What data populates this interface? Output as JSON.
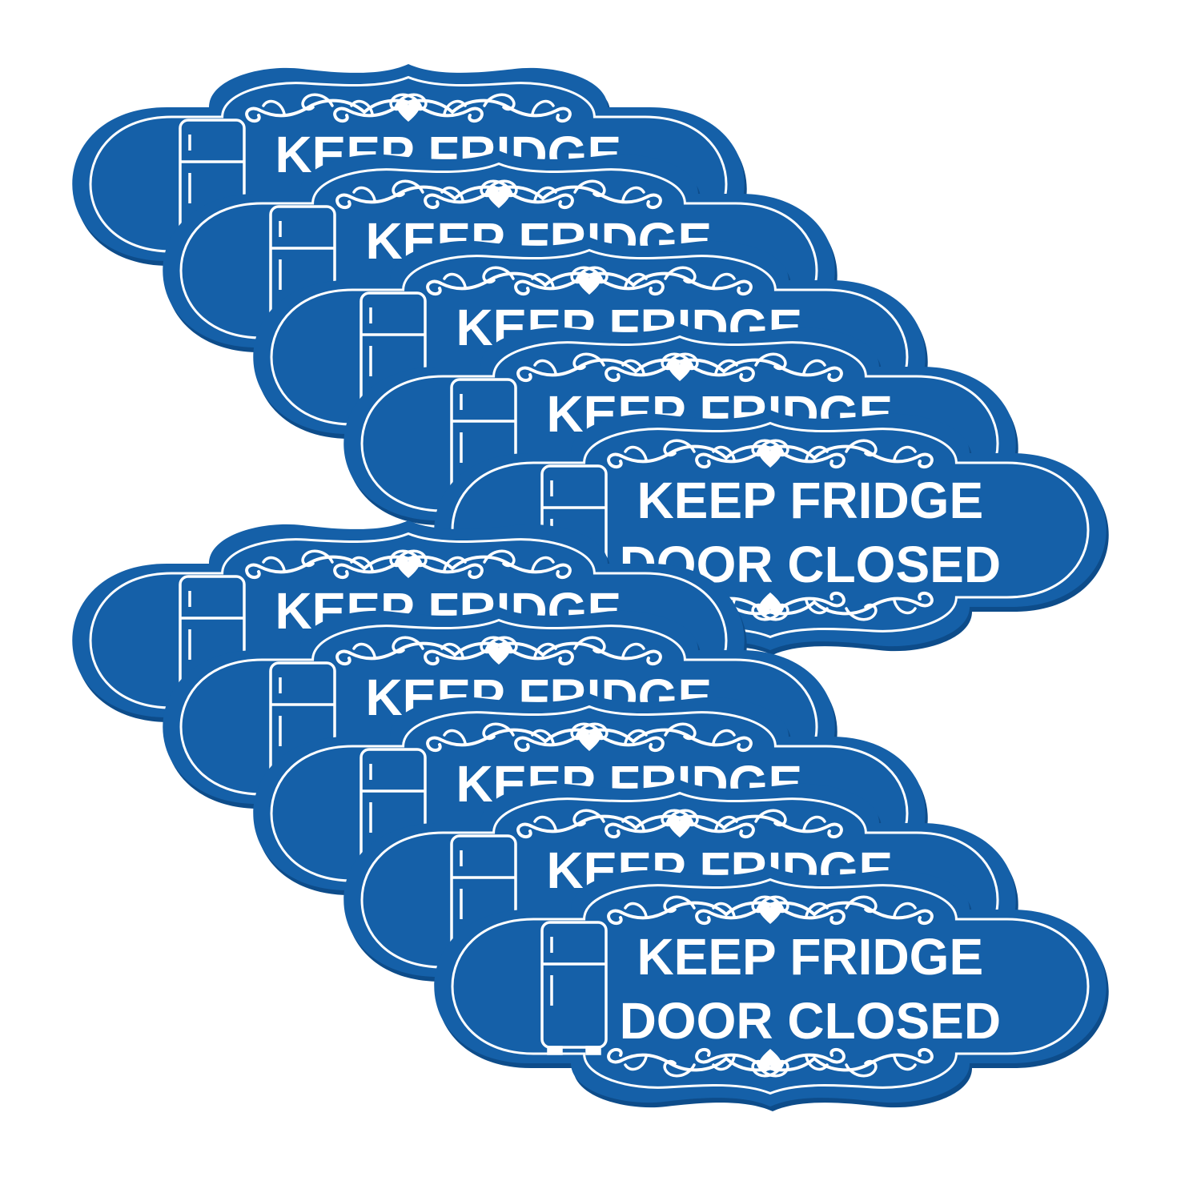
{
  "product": {
    "sign_color": "#1560a8",
    "sign_shadow_color": "#0d4c8a",
    "ornament_color": "#ffffff",
    "icon": "refrigerator-icon",
    "ornament_icon": "heart-flourish-icon",
    "text_line_1": "KEEP FRIDGE",
    "text_line_2": "DOOR CLOSED"
  },
  "stacks": [
    {
      "name": "upper-stack",
      "sign_count": 5
    },
    {
      "name": "lower-stack",
      "sign_count": 5
    }
  ]
}
